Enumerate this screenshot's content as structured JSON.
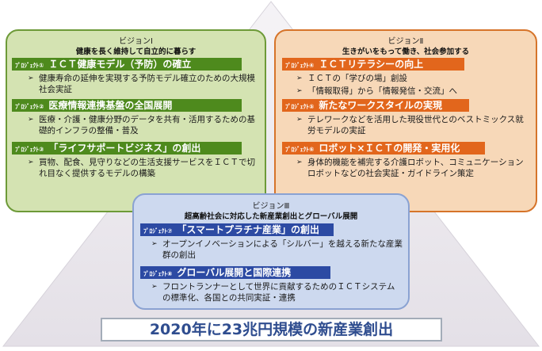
{
  "vision1": {
    "title": "ビジョンⅠ",
    "subtitle": "健康を長く維持して自立的に暮らす",
    "projects": [
      {
        "tag": "ﾌﾟﾛｼﾞｪｸﾄ①",
        "label": "ＩＣＴ健康モデル（予防）の確立",
        "items": [
          "健康寿命の延伸を実現する予防モデル確立のための大規模社会実証"
        ]
      },
      {
        "tag": "ﾌﾟﾛｼﾞｪｸﾄ②",
        "label": "医療情報連携基盤の全国展開",
        "items": [
          "医療・介護・健康分野のデータを共有・活用するための基礎的インフラの整備・普及"
        ]
      },
      {
        "tag": "ﾌﾟﾛｼﾞｪｸﾄ③",
        "label": "「ライフサポートビジネス」の創出",
        "items": [
          "買物、配食、見守りなどの生活支援サービスをＩＣＴで切れ目なく提供するモデルの構築"
        ]
      }
    ]
  },
  "vision2": {
    "title": "ビジョンⅡ",
    "subtitle": "生きがいをもって働き、社会参加する",
    "projects": [
      {
        "tag": "ﾌﾟﾛｼﾞｪｸﾄ④",
        "label": "ＩＣＴリテラシーの向上",
        "items": [
          "ＩＣＴの「学びの場」創設",
          "「情報取得」から「情報発信・交流」へ"
        ]
      },
      {
        "tag": "ﾌﾟﾛｼﾞｪｸﾄ⑤",
        "label": "新たなワークスタイルの実現",
        "items": [
          "テレワークなどを活用した現役世代とのベストミックス就労モデルの実証"
        ]
      },
      {
        "tag": "ﾌﾟﾛｼﾞｪｸﾄ⑥",
        "label": "ロボット×ＩＣＴの開発・実用化",
        "items": [
          "身体的機能を補完する介護ロボット、コミュニケーションロボットなどの社会実証・ガイドライン策定"
        ]
      }
    ]
  },
  "vision3": {
    "title": "ビジョンⅢ",
    "subtitle": "超高齢社会に対応した新産業創出とグローバル展開",
    "projects": [
      {
        "tag": "ﾌﾟﾛｼﾞｪｸﾄ⑦",
        "label": "「スマートプラチナ産業」の創出",
        "items": [
          "オープンイノベーションによる「シルバー」を越える新たな産業群の創出"
        ]
      },
      {
        "tag": "ﾌﾟﾛｼﾞｪｸﾄ⑧",
        "label": "グローバル展開と国際連携",
        "items": [
          "フロントランナーとして世界に貢献するためのＩＣＴシステムの標準化、各国との共同実証・連携"
        ]
      }
    ]
  },
  "footer": "2020年に23兆円規模の新産業創出",
  "bullet": "➢",
  "colors": {
    "green": "#4e8a1d",
    "orange": "#e2661c",
    "blue": "#2c4aa3",
    "pyramid": "#ece9ee"
  }
}
